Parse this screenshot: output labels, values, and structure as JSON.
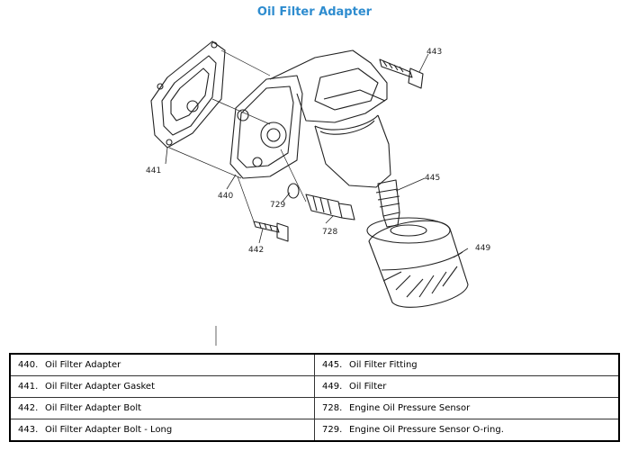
{
  "title": "Oil Filter Adapter",
  "callouts": {
    "c441": "441",
    "c440": "440",
    "c442": "442",
    "c443": "443",
    "c445": "445",
    "c449": "449",
    "c728": "728",
    "c729": "729"
  },
  "legend": [
    {
      "left": {
        "num": "440.",
        "label": "Oil Filter Adapter"
      },
      "right": {
        "num": "445.",
        "label": "Oil Filter Fitting"
      }
    },
    {
      "left": {
        "num": "441.",
        "label": "Oil Filter Adapter Gasket"
      },
      "right": {
        "num": "449.",
        "label": "Oil Filter"
      }
    },
    {
      "left": {
        "num": "442.",
        "label": "Oil Filter Adapter Bolt"
      },
      "right": {
        "num": "728.",
        "label": "Engine Oil Pressure Sensor"
      }
    },
    {
      "left": {
        "num": "443.",
        "label": "Oil Filter Adapter Bolt - Long"
      },
      "right": {
        "num": "729.",
        "label": "Engine Oil Pressure Sensor O-ring."
      }
    }
  ]
}
